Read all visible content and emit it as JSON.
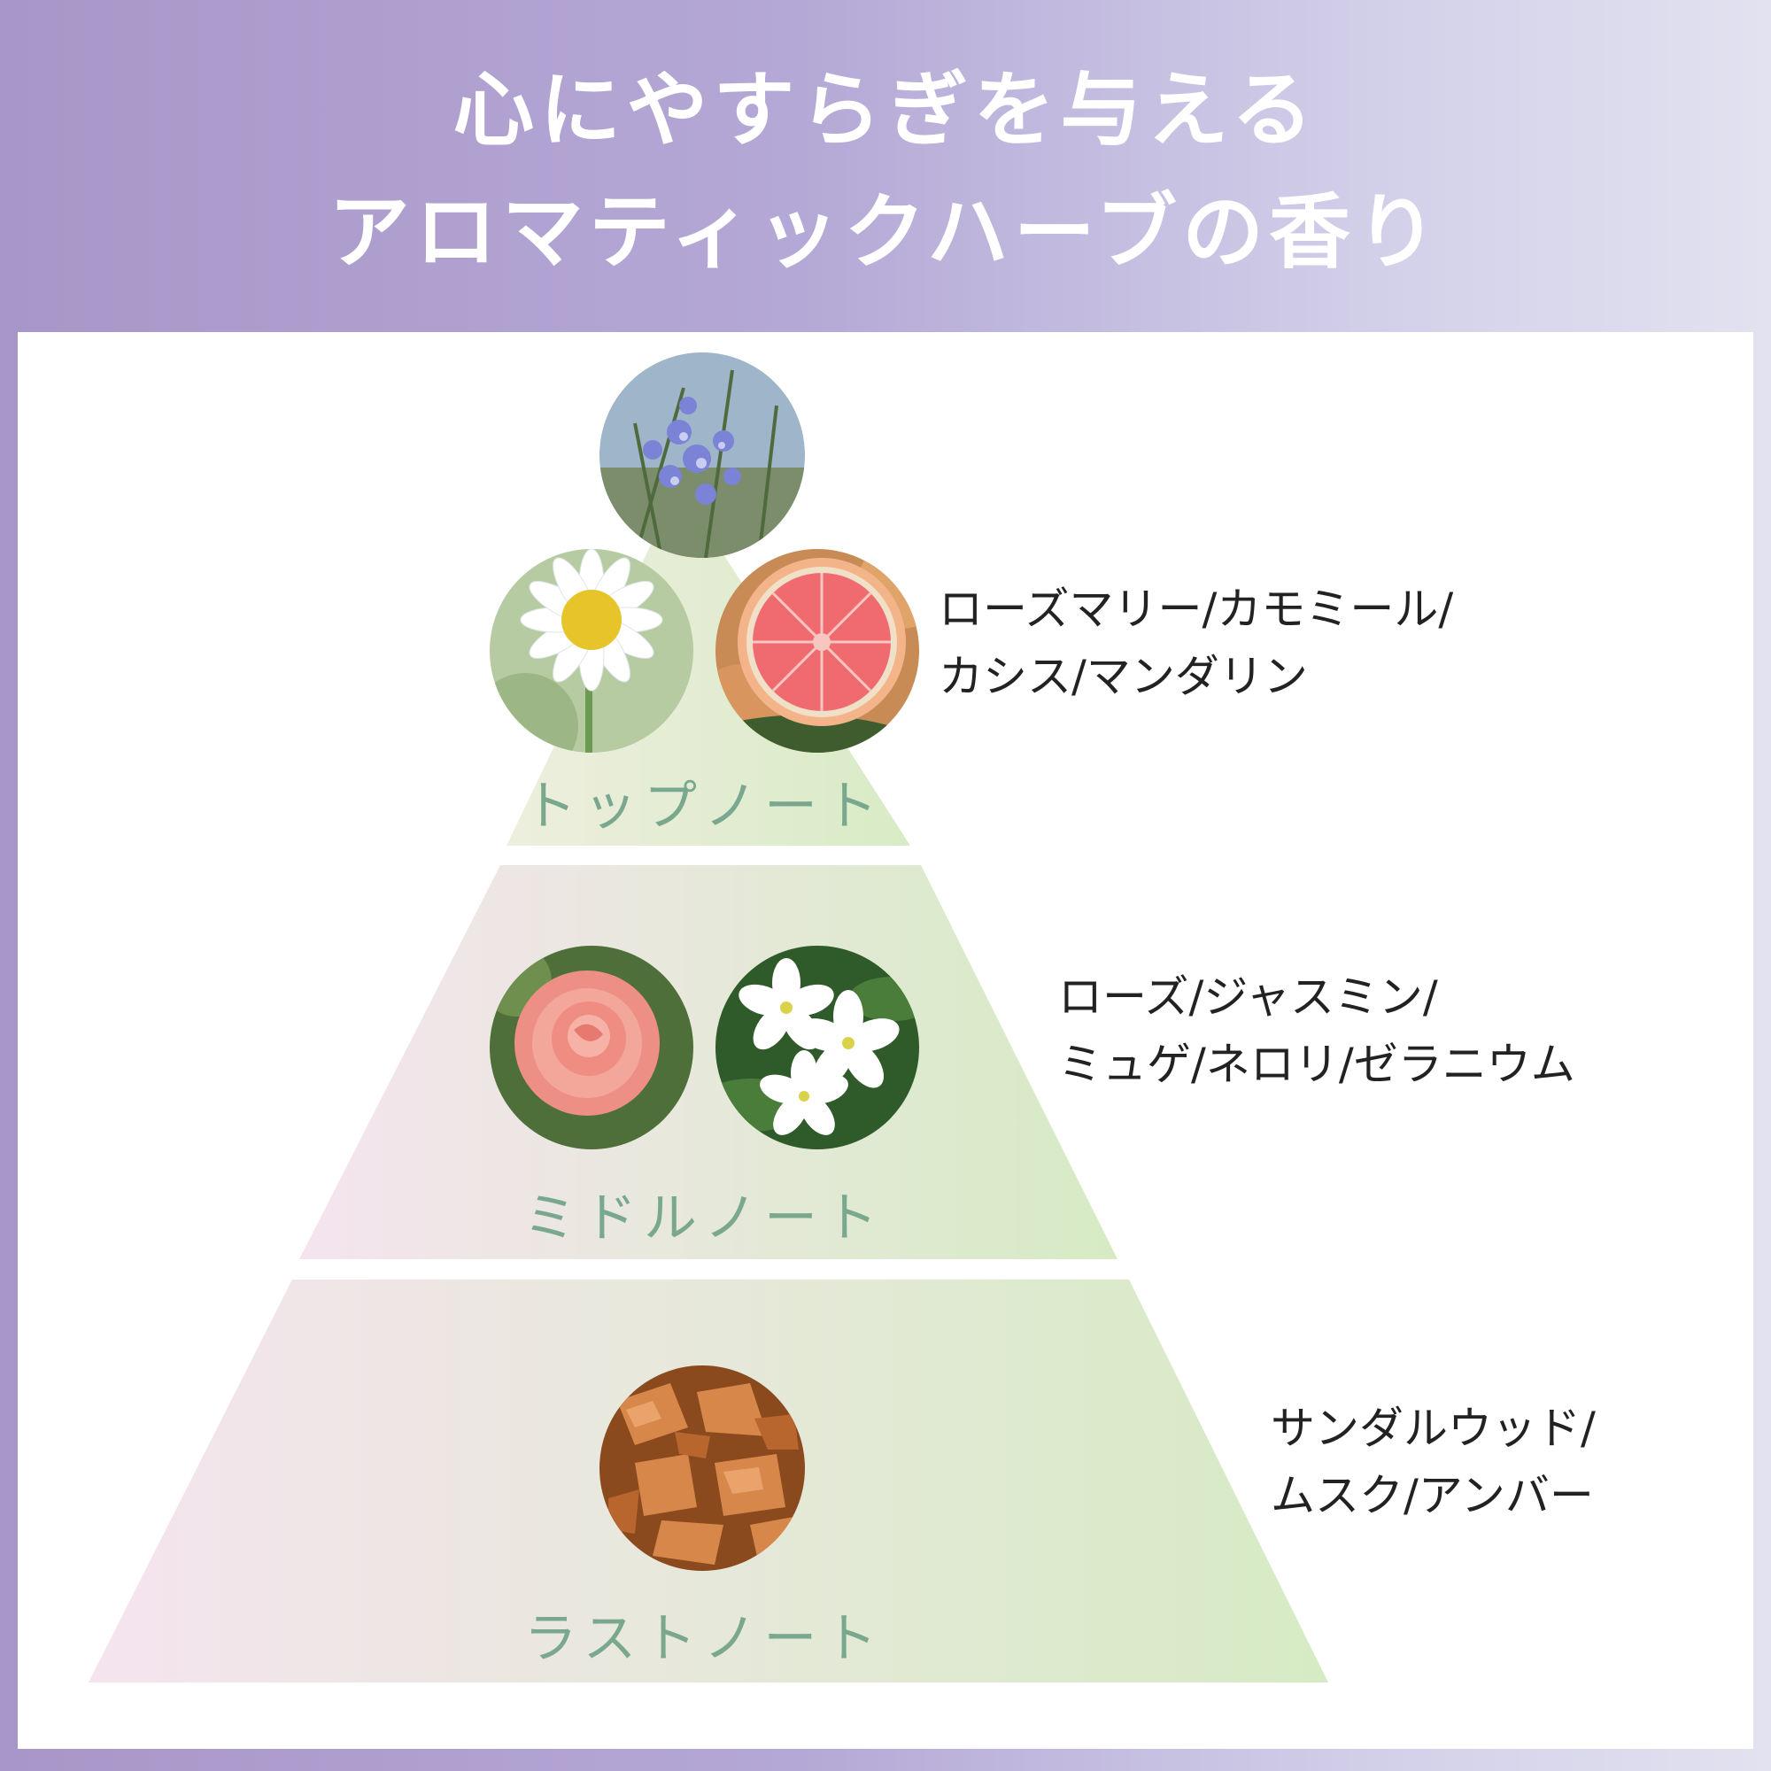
{
  "header": {
    "title_line1": "心にやすらぎを与える",
    "title_line2": "アロマティックハーブの香り"
  },
  "tiers": [
    {
      "label": "トップノート",
      "notes_line1": "ローズマリー/カモミール/",
      "notes_line2": "カシス/マンダリン",
      "photos": [
        "rosemary-photo",
        "chamomile-photo",
        "grapefruit-photo"
      ]
    },
    {
      "label": "ミドルノート",
      "notes_line1": "ローズ/ジャスミン/",
      "notes_line2": "ミュゲ/ネロリ/ゼラニウム",
      "photos": [
        "rose-photo",
        "jasmine-photo"
      ]
    },
    {
      "label": "ラストノート",
      "notes_line1": "サンダルウッド/",
      "notes_line2": "ムスク/アンバー",
      "photos": [
        "sandalwood-photo"
      ]
    }
  ],
  "colors": {
    "header_bg": "#a996c8",
    "label_green": "#7aa88e",
    "tier_left": "#f4e6ef",
    "tier_right": "#d8eac6"
  }
}
